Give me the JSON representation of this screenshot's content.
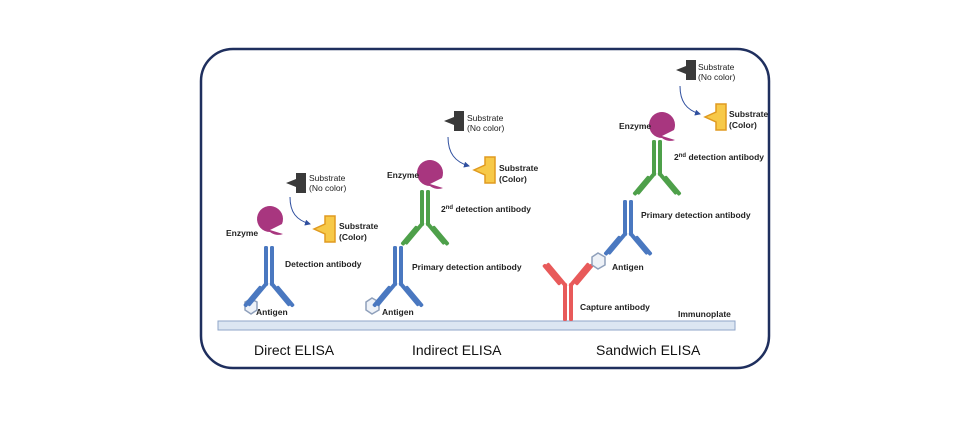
{
  "colors": {
    "frame": "#1f2f5e",
    "plate": "#dce6f2",
    "blue_antibody": "#4a78c0",
    "green_antibody": "#4ea04a",
    "red_antibody": "#e85a5a",
    "enzyme": "#a8367f",
    "substrate_dark": "#3a3a3a",
    "substrate_color": "#f7c948",
    "arrow": "#2f4f9f"
  },
  "labels": {
    "substrate": "Substrate",
    "no_color": "(No color)",
    "color": "(Color)",
    "enzyme": "Enzyme",
    "antigen": "Antigen",
    "detection_antibody": "Detection antibody",
    "primary_detection_antibody": "Primary detection antibody",
    "second_prefix": "2",
    "second_sup": "nd",
    "second_suffix": " detection antibody",
    "capture_antibody": "Capture antibody",
    "immunoplate": "Immunoplate"
  },
  "panels": {
    "direct": "Direct ELISA",
    "indirect": "Indirect ELISA",
    "sandwich": "Sandwich ELISA"
  },
  "icons": [
    "antibody-icon",
    "enzyme-icon",
    "antigen-icon",
    "substrate-icon",
    "arrow-icon"
  ]
}
